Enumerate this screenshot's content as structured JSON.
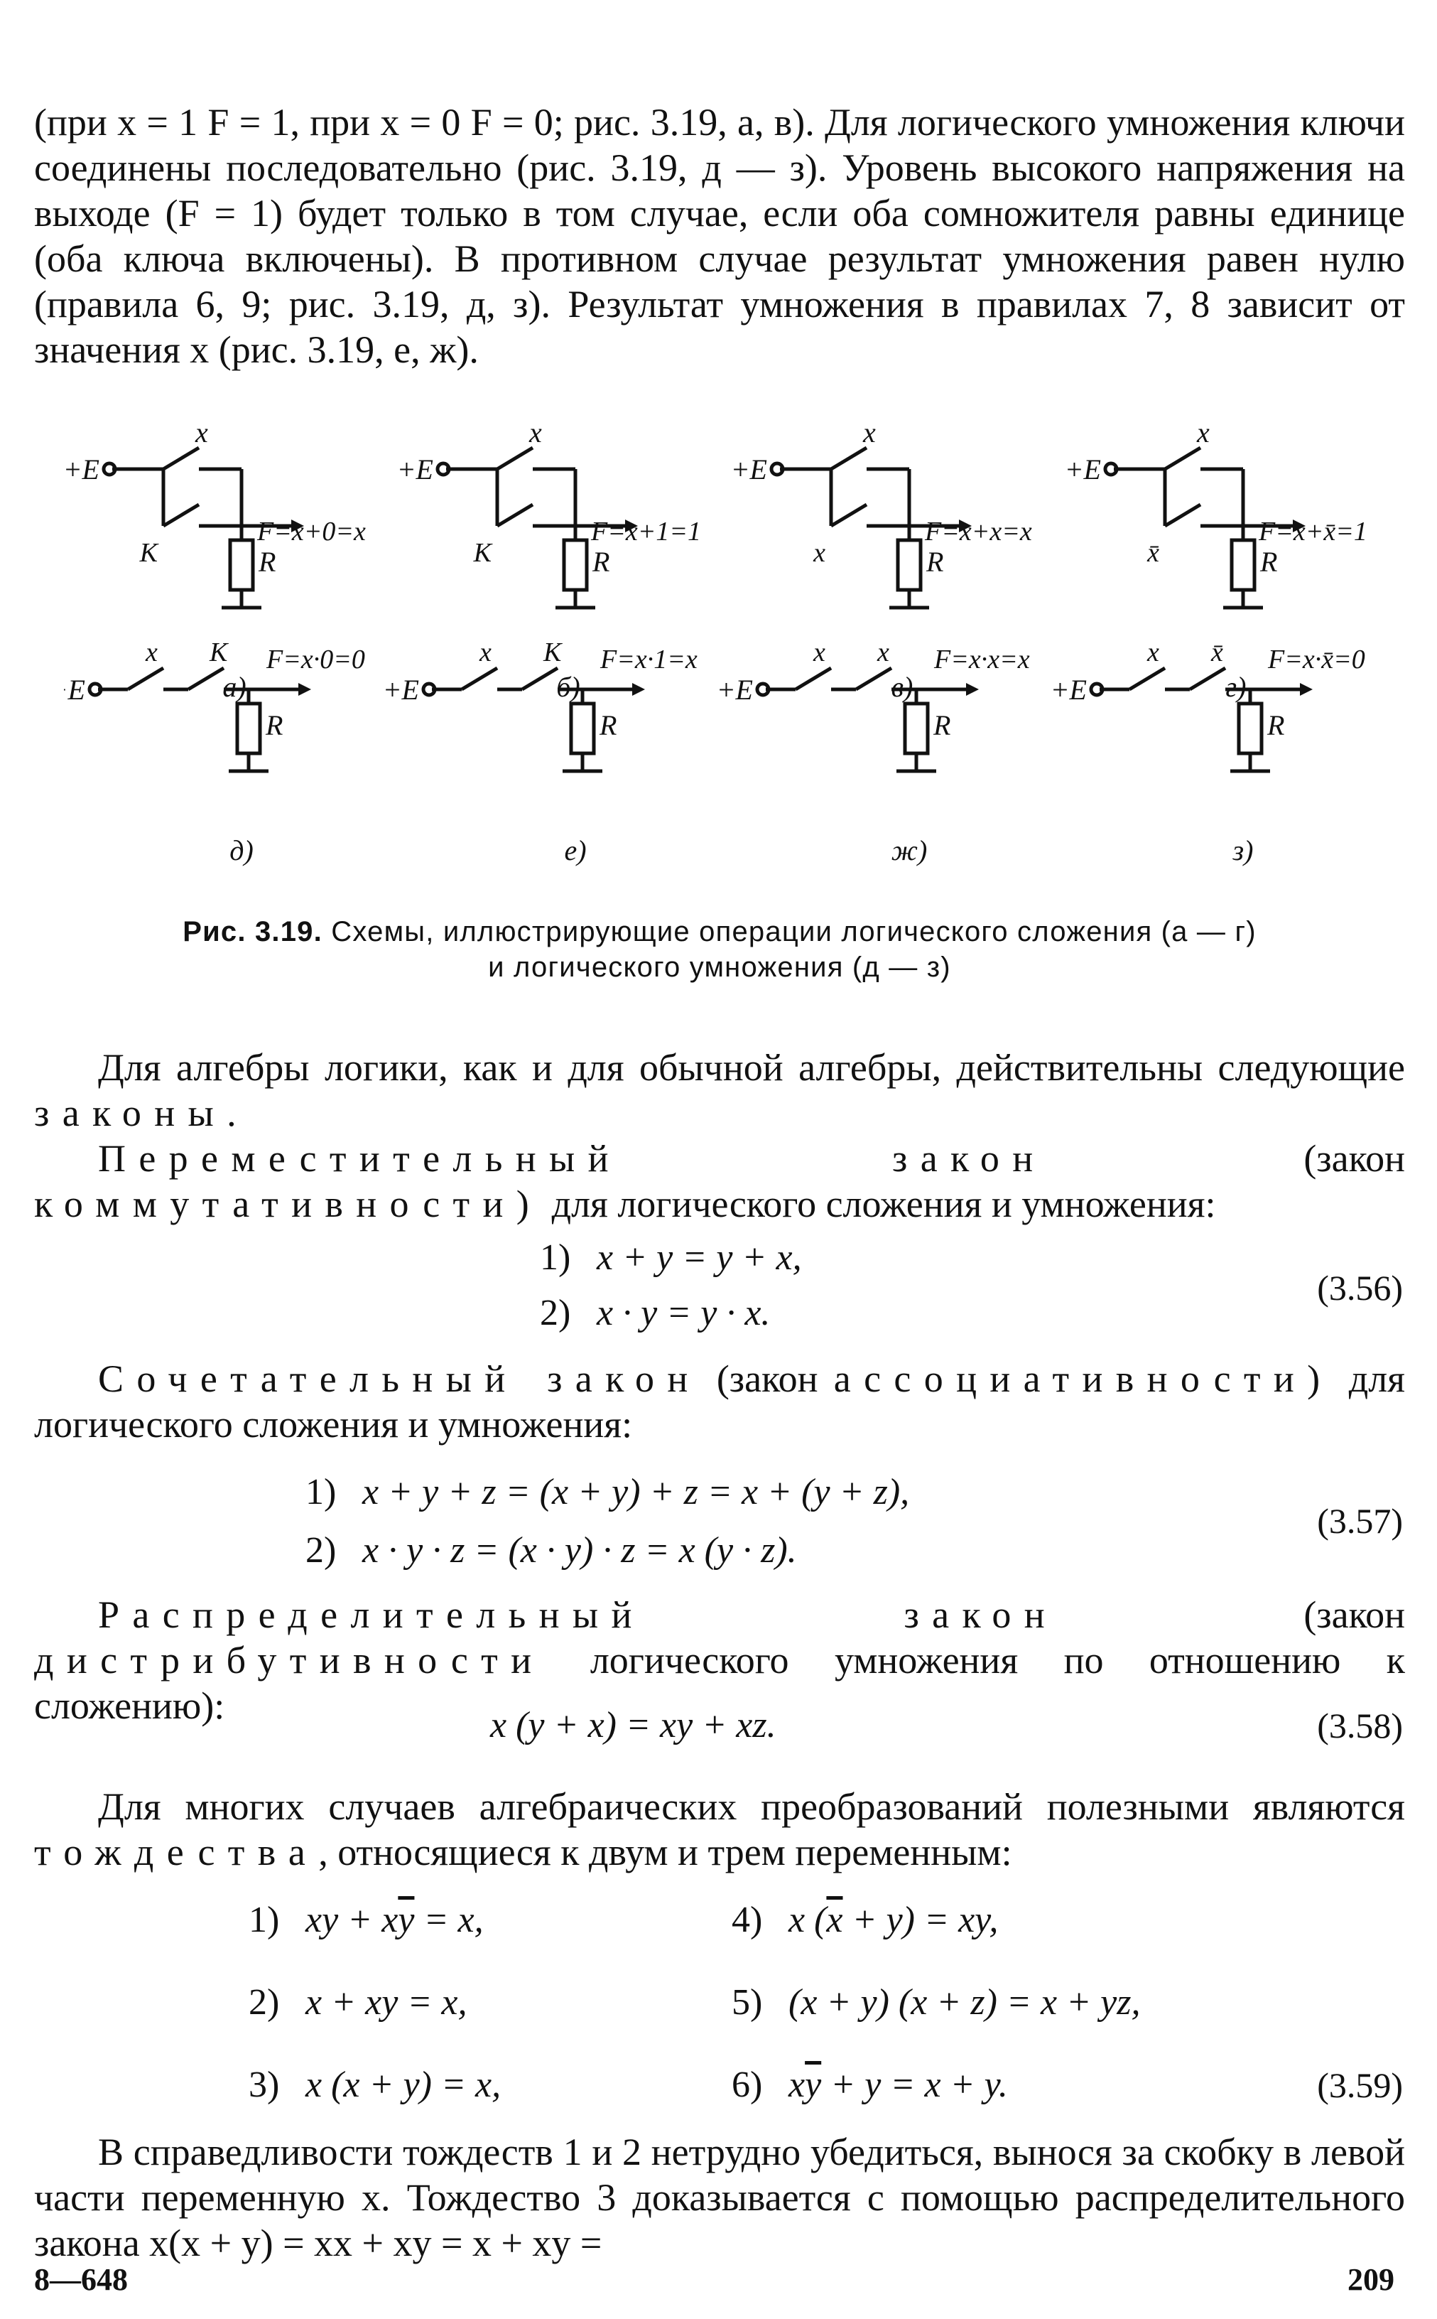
{
  "intro_paragraph": "(при x = 1 F = 1, при x = 0 F = 0; рис. 3.19, а, в). Для логического умножения ключи соединены последовательно (рис. 3.19, д — з). Уровень высокого напряжения на выходе (F = 1) будет только в том случае, если оба сомножителя равны единице (оба ключа включены). В противном случае результат умножения равен нулю (правила 6, 9; рис. 3.19, д, з). Результат умножения в правилах 7, 8 зависит от значения x (рис. 3.19, е, ж).",
  "figure": {
    "supply_label": "+E",
    "resistor_label": "R",
    "top_row": [
      {
        "letter": "а)",
        "formula": "F=x+0=x",
        "sw1": "x",
        "sw2": "K"
      },
      {
        "letter": "б)",
        "formula": "F=x+1=1",
        "sw1": "x",
        "sw2": "K"
      },
      {
        "letter": "в)",
        "formula": "F=x+x=x",
        "sw1": "x",
        "sw2": "x"
      },
      {
        "letter": "г)",
        "formula": "F=x+x̄=1",
        "sw1": "x",
        "sw2": "x̄"
      }
    ],
    "bottom_row": [
      {
        "letter": "д)",
        "formula": "F=x·0=0",
        "sw1": "x",
        "sw2": "K"
      },
      {
        "letter": "е)",
        "formula": "F=x·1=x",
        "sw1": "x",
        "sw2": "K"
      },
      {
        "letter": "ж)",
        "formula": "F=x·x=x",
        "sw1": "x",
        "sw2": "x"
      },
      {
        "letter": "з)",
        "formula": "F=x·x̄=0",
        "sw1": "x",
        "sw2": "x̄"
      }
    ]
  },
  "caption": {
    "label": "Рис. 3.19.",
    "line1": "Схемы, иллюстрирующие операции логического сложения (а — г)",
    "line2": "и логического умножения (д — з)"
  },
  "p_laws_intro": {
    "text": "Для алгебры логики, как и для обычной алгебры, действительны следующие",
    "spaced": "законы",
    "end": "."
  },
  "p_commutative": {
    "spaced1": "Переместительный закон",
    "mid": "(закон",
    "spaced2": "коммутативности)",
    "rest": "для логического сложения и умножения:"
  },
  "eq_356": {
    "line1_num": "1)",
    "line1": "x + y = y + x,",
    "line2_num": "2)",
    "line2": "x · y = y · x.",
    "number": "(3.56)"
  },
  "p_associative": {
    "spaced1": "Сочетательный закон",
    "mid": "(закон",
    "spaced2": "ассоциативности)",
    "rest": "для логического сложения и умножения:"
  },
  "eq_357": {
    "line1_num": "1)",
    "line1": "x + y + z = (x + y) + z = x + (y + z),",
    "line2_num": "2)",
    "line2": "x · y · z = (x · y) · z = x (y · z).",
    "number": "(3.57)"
  },
  "p_distributive": {
    "spaced1": "Распределительный закон",
    "mid": "(закон",
    "spaced2": "дистрибутивности",
    "rest": "логического умножения по отношению к сложению):"
  },
  "eq_358": {
    "line": "x (y + x) = xy + xz.",
    "number": "(3.58)"
  },
  "p_identities": {
    "before": "Для многих случаев алгебраических преобразований полезными являются",
    "spaced": "тождества",
    "after": ", относящиеся к двум и трем переменным:"
  },
  "eq_359": {
    "items": [
      {
        "n": "1)",
        "lhs": "xy + x",
        "bar": "y",
        "rhs": " = x,"
      },
      {
        "n": "2)",
        "lhs": "x + xy = x,",
        "bar": "",
        "rhs": ""
      },
      {
        "n": "3)",
        "lhs": "x (x + y) = x,",
        "bar": "",
        "rhs": ""
      },
      {
        "n": "4)",
        "lhs": "x (",
        "bar": "x",
        "rhs": " + y) = xy,"
      },
      {
        "n": "5)",
        "lhs": "(x + y) (x + z) = x + yz,",
        "bar": "",
        "rhs": ""
      },
      {
        "n": "6)",
        "lhs": "x",
        "bar": "y",
        "rhs": " + y = x + y."
      }
    ],
    "number": "(3.59)"
  },
  "final_paragraph": "В справедливости тождеств 1 и 2 нетрудно убедиться, вынося за скобку в левой части переменную x. Тождество 3 доказывается с помощью распределительного закона x(x + y) = xx + xy = x + xy =",
  "footer_left": "8—648",
  "footer_right": "209"
}
